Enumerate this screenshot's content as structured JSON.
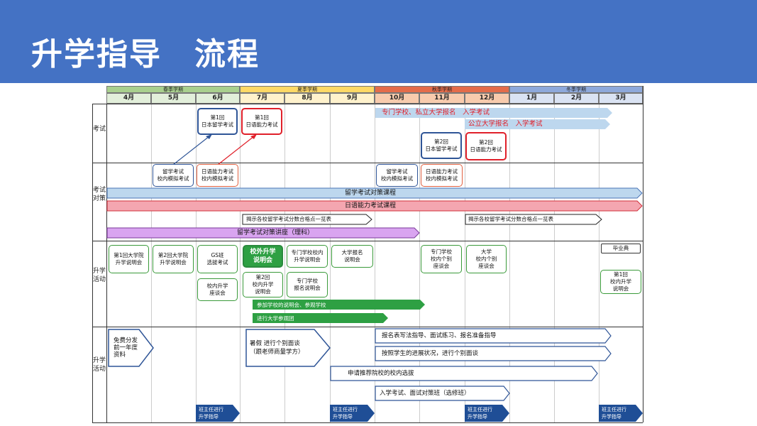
{
  "title": "升学指导　流程",
  "seasons": [
    "春季学期",
    "夏季学期",
    "秋季学期",
    "冬季学期"
  ],
  "months": [
    "4月",
    "5月",
    "6月",
    "7月",
    "8月",
    "9月",
    "10月",
    "11月",
    "12月",
    "1月",
    "2月",
    "3月"
  ],
  "row_labels": {
    "exam": "考试",
    "prep": "考试对策",
    "activity1": "升学活动",
    "activity2": "升学活动"
  },
  "exam": {
    "eju1": "第1回\n日本留学考试",
    "jlpt1": "第1回\n日语能力考试",
    "eju2": "第2回\n日本留学考试",
    "jlpt2": "第2回\n日语能力考试",
    "banner1": "专门学校、私立大学报名　入学考试",
    "banner2": "公立大学报名　入学考试",
    "mock_eju1": "留学考试\n校内模拟考试",
    "mock_jlpt1": "日语能力考试\n校内模拟考试",
    "mock_eju2": "留学考试\n校内模拟考试",
    "mock_jlpt2": "日语能力考试\n校内模拟考试"
  },
  "prep": {
    "course_eju": "留学考试对策课程",
    "course_jlpt": "日语能力考试课程",
    "post_scores1": "揭示各校留学考试分数合格点一览表",
    "post_scores2": "揭示各校留学考试分数合格点一览表",
    "lecture": "留学考试对策讲座（理科）"
  },
  "activity1": {
    "grad1": "第1回大学院\n升学说明会",
    "grad2": "第2回大学院\n升学说明会",
    "gs": "GS班\n选拔考试",
    "school_talk": "校内升学\n座谈会",
    "outside": "校外升学\n说明会",
    "senmon_talk": "专门学校校内\n升学说明会",
    "univ_apply": "大学报名\n说明会",
    "second_talk": "第2回\n校内升学\n说明会",
    "senmon_apply": "专门学校\n报名说明会",
    "senmon_indiv": "专门学校\n校内个别\n座谈会",
    "univ_indiv": "大学\n校内个别\n座谈会",
    "graduation": "毕业典",
    "first_talk": "第1回\n校内升学\n说明会",
    "bar_visit": "参加学校的说明会、参观学校",
    "bar_tour": "进行大学参观团"
  },
  "activity2": {
    "free_material": "免费分发\n前一年度\n资料",
    "summer": "暑假 进行个别面谈\n（跟老师商量学方）",
    "form_guide": "报名表写法指导、面试练习、报名准备指导",
    "progress": "按照学生的进展状况，进行个别面谈",
    "recommend": "申请推荐院校的校内选拔",
    "exam_prep": "入学考试、面试对策班（选修班）",
    "homeroom": "班主任进行\n升学指导"
  },
  "colors": {
    "header": "#4472c4",
    "spring": "#a9d08e",
    "summer": "#ffd966",
    "autumn": "#e46c4a",
    "winter": "#8ea9db",
    "eju_course": "#bdd7ee",
    "jlpt_course": "#f4a6b0",
    "lecture": "#d9a4f0",
    "green": "#2ea043",
    "navy": "#1f4e96"
  }
}
